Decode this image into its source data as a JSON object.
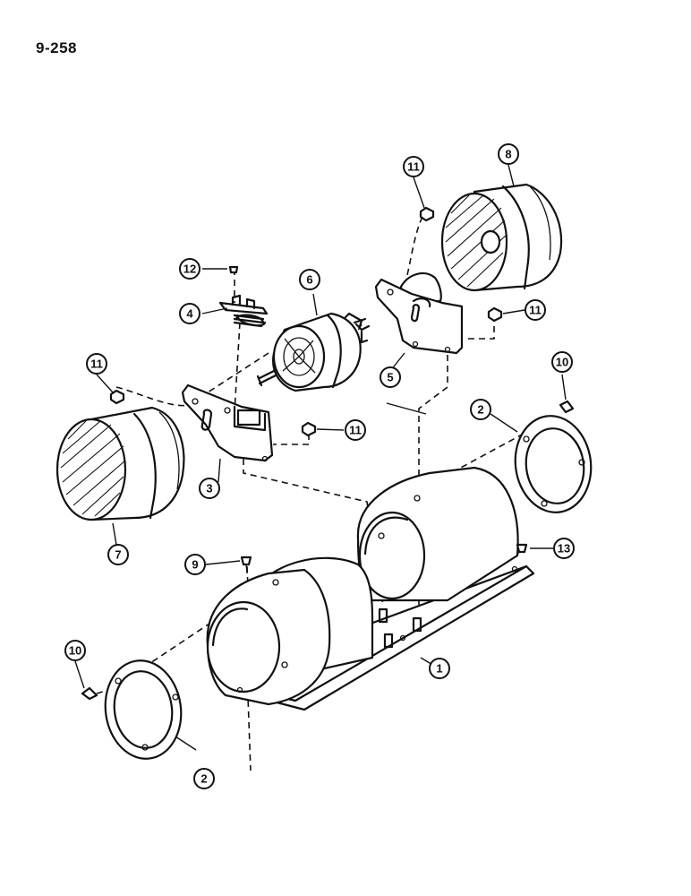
{
  "page": {
    "number": "9-258"
  },
  "callouts": [
    {
      "id": "c1",
      "label": "1"
    },
    {
      "id": "c2a",
      "label": "2"
    },
    {
      "id": "c2b",
      "label": "2"
    },
    {
      "id": "c3",
      "label": "3"
    },
    {
      "id": "c4",
      "label": "4"
    },
    {
      "id": "c5",
      "label": "5"
    },
    {
      "id": "c6",
      "label": "6"
    },
    {
      "id": "c7",
      "label": "7"
    },
    {
      "id": "c8",
      "label": "8"
    },
    {
      "id": "c9",
      "label": "9"
    },
    {
      "id": "c10a",
      "label": "10"
    },
    {
      "id": "c10b",
      "label": "10"
    },
    {
      "id": "c11a",
      "label": "11"
    },
    {
      "id": "c11b",
      "label": "11"
    },
    {
      "id": "c11c",
      "label": "11"
    },
    {
      "id": "c11d",
      "label": "11"
    },
    {
      "id": "c12",
      "label": "12"
    },
    {
      "id": "c13",
      "label": "13"
    }
  ]
}
